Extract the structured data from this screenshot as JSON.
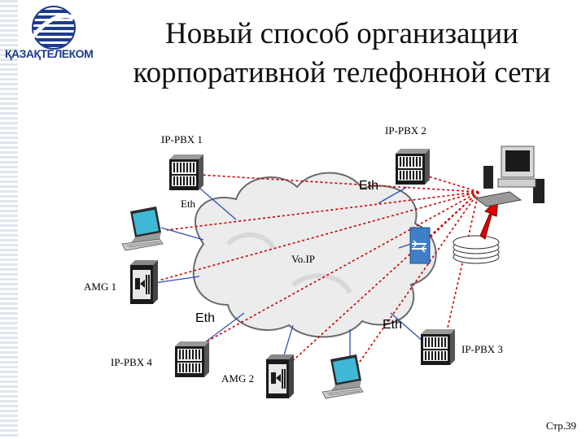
{
  "header": {
    "logo_text": "ҚАЗАҚТЕЛЕКОМ",
    "title_line1": "Новый способ организации",
    "title_line2": "корпоративной телефонной сети"
  },
  "labels": {
    "ipbx1": "IP-PBX 1",
    "ipbx2": "IP-PBX 2",
    "ipbx3": "IP-PBX 3",
    "ipbx4": "IP-PBX 4",
    "amg1": "AMG 1",
    "amg2": "AMG 2",
    "voip": "Vo.IP",
    "eth_top_right": "Eth",
    "eth_left": "Eth",
    "eth_bottom_left": "Eth",
    "eth_bottom_right": "Eth"
  },
  "footer": {
    "page": "Стр.39"
  },
  "colors": {
    "link_red": "#cc0000",
    "cloud_fill": "#ececec",
    "logo_blue": "#1d3c8e"
  }
}
